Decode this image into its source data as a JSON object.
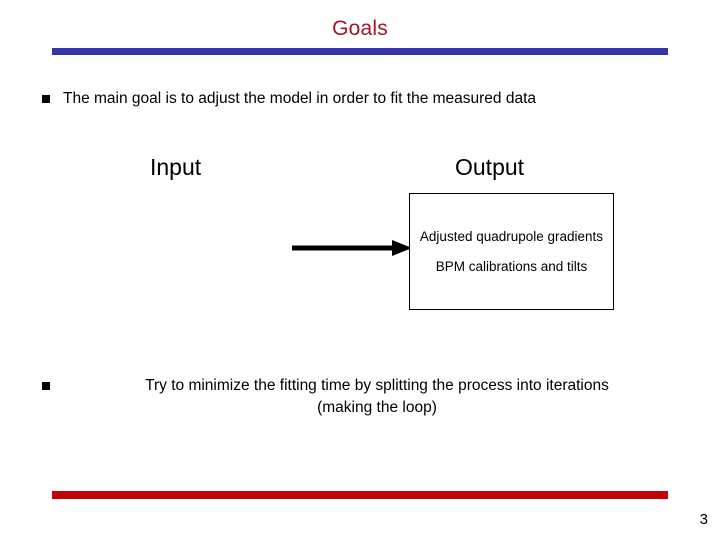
{
  "slide": {
    "title": "Goals",
    "page_number": "3",
    "title_color": "#A5132B",
    "top_rule_color": "#3333AA",
    "bottom_rule_color": "#C00508"
  },
  "bullets": [
    {
      "marker": "square-bullet",
      "text": "The main goal is to adjust the model in order to fit the measured data"
    },
    {
      "marker": "square-bullet",
      "line_1": "Try to minimize the fitting time by splitting the process into iterations",
      "line_2": "(making the loop)"
    }
  ],
  "diagram": {
    "input_label": "Input",
    "output_label": "Output",
    "arrow": "right-arrow-icon",
    "output_box": {
      "item_1": "Adjusted quadrupole gradients",
      "item_2": "BPM calibrations and tilts"
    }
  }
}
